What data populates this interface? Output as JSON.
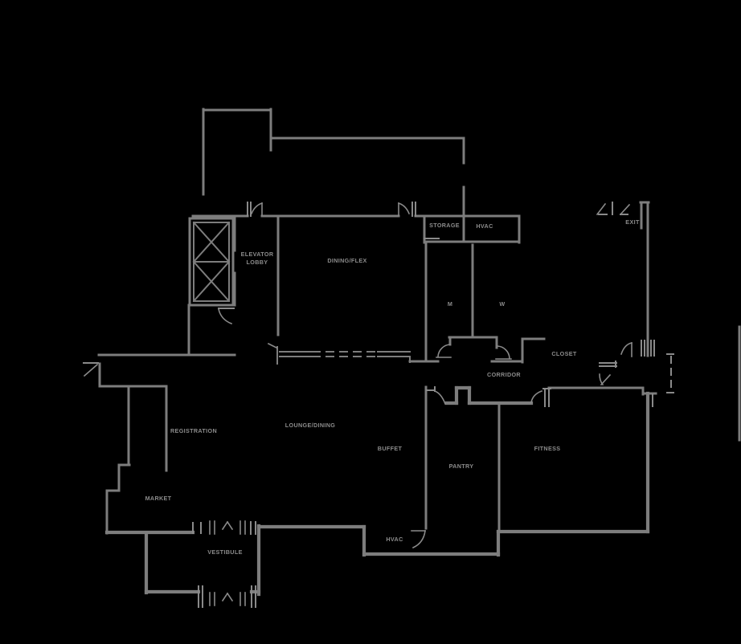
{
  "drawing": {
    "type": "floor-plan",
    "palette": {
      "background": "#000000",
      "wall": "#7d7d7d",
      "door": "#8a8a8a",
      "label": "#8c8c8c"
    }
  },
  "rooms": [
    {
      "id": "elevator-lobby",
      "label": "ELEVATOR\nLOBBY"
    },
    {
      "id": "dining-flex",
      "label": "DINING/FLEX"
    },
    {
      "id": "storage",
      "label": "STORAGE"
    },
    {
      "id": "hvac-upper",
      "label": "HVAC"
    },
    {
      "id": "exit",
      "label": "EXIT"
    },
    {
      "id": "restroom-m",
      "label": "M"
    },
    {
      "id": "restroom-w",
      "label": "W"
    },
    {
      "id": "closet",
      "label": "CLOSET"
    },
    {
      "id": "corridor",
      "label": "CORRIDOR"
    },
    {
      "id": "registration",
      "label": "REGISTRATION"
    },
    {
      "id": "lounge-dining",
      "label": "LOUNGE/DINING"
    },
    {
      "id": "buffet",
      "label": "BUFFET"
    },
    {
      "id": "pantry",
      "label": "PANTRY"
    },
    {
      "id": "fitness",
      "label": "FITNESS"
    },
    {
      "id": "market",
      "label": "MARKET"
    },
    {
      "id": "vestibule",
      "label": "VESTIBULE"
    },
    {
      "id": "hvac-lower",
      "label": "HVAC"
    }
  ]
}
